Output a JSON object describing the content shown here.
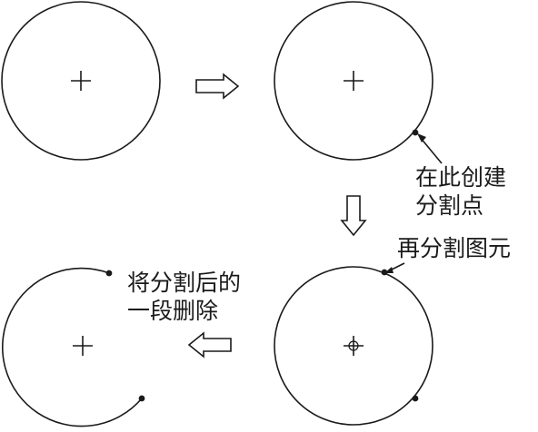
{
  "annotations": {
    "split_here": [
      "在此创建",
      "分割点"
    ],
    "split_again": "再分割图元",
    "delete_segment": [
      "将分割后的",
      "一段删除"
    ]
  },
  "colors": {
    "stroke": "#1a1a1a",
    "background": "#ffffff"
  },
  "icons": {
    "right_arrow": "hollow-arrow-right-icon",
    "down_arrow": "hollow-arrow-down-icon",
    "left_arrow": "hollow-arrow-left-icon",
    "center_mark": "plus-icon"
  }
}
